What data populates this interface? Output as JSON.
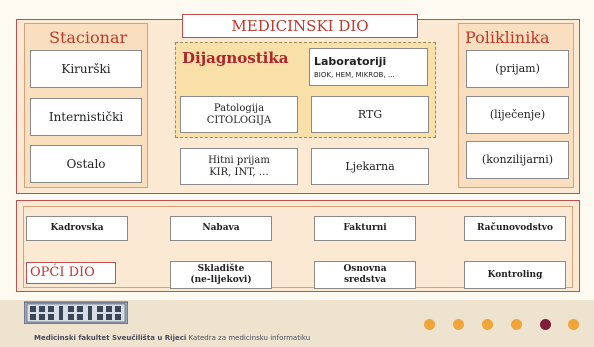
{
  "main_title": "MEDICINSKI DIO",
  "stacionar": {
    "title": "Stacionar",
    "items": [
      "Kirurški",
      "Internistički",
      "Ostalo"
    ]
  },
  "dijagnostika": {
    "title": "Dijagnostika",
    "laboratorij": {
      "title": "Laboratoriji",
      "subtitle": "BIOK, HEM, MIKROB, …"
    },
    "patologija": {
      "line1": "Patologija",
      "line2": "CITOLOGIJA"
    },
    "rtg": "RTG",
    "hitni": {
      "line1": "Hitni prijam",
      "line2": "KIR, INT, …"
    },
    "ljekarna": "Ljekarna"
  },
  "poliklinika": {
    "title": "Poliklinika",
    "items": [
      "(prijam)",
      "(liječenje)",
      "(konzilijarni)"
    ]
  },
  "opci": {
    "title": "OPĆI DIO",
    "row1": [
      "Kadrovska",
      "Nabava",
      "Fakturni",
      "Računovodstvo"
    ],
    "row2": [
      {
        "line1": "Skladište",
        "line2": "(ne-lijekovi)"
      },
      {
        "line1": "Osnovna",
        "line2": "sredstva"
      },
      {
        "line1": "Kontroling",
        "line2": ""
      }
    ]
  },
  "footer": {
    "bold": "Medicinski fakultet Sveučilišta u Rijeci",
    "rest": "Katedra za medicinsku informatiku",
    "dot_colors": [
      "#f0a53a",
      "#f0a53a",
      "#f0a53a",
      "#f0a53a",
      "#7b1f3a",
      "#f0a53a"
    ]
  }
}
